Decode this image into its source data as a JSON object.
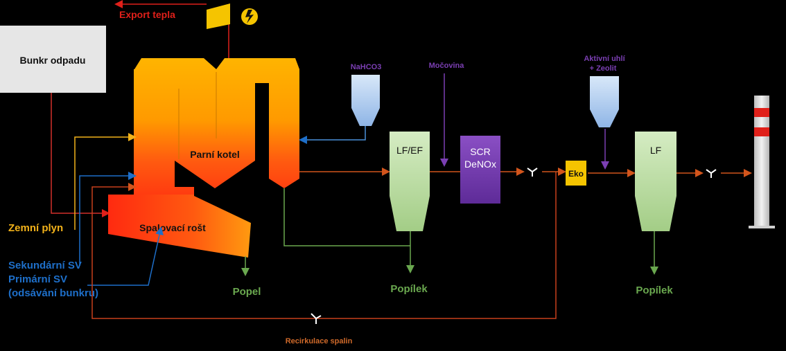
{
  "labels": {
    "export_tepla": "Export tepla",
    "bunkr": "Bunkr odpadu",
    "parni_kotel": "Parní kotel",
    "spalovaci_rost": "Spalovací rošt",
    "zemni_plyn": "Zemní plyn",
    "sekundarni_sv": "Sekundární SV",
    "primarni_sv": "Primární SV",
    "odsavani": "(odsávání bunkru)",
    "popel": "Popel",
    "nahco3": "NaHCO3",
    "mocovina": "Močovina",
    "aktivni_uhli_1": "Aktivní uhlí",
    "aktivni_uhli_2": "+ Zeolit",
    "lf_ef": "LF/EF",
    "scr": "SCR",
    "denox": "DeNOx",
    "eko": "Eko",
    "lf": "LF",
    "popilek_1": "Popílek",
    "popilek_2": "Popílek",
    "recirkulace": "Recirkulace spalin"
  },
  "colors": {
    "background": "#000000",
    "export": "#e0201a",
    "gas": "#f2b21a",
    "air": "#1e6fc9",
    "ash": "#6aa84f",
    "flue": "#d2551c",
    "reagent": "#7b3fb3",
    "bunker_fill": "#e6e6e6",
    "scr_fill": "#7b3fb3",
    "filter_fill": "#b9dca0",
    "silo_fill": "#a9c9ee",
    "eko_fill": "#f5c400",
    "flue_text": "#d06a2a"
  },
  "icons": {
    "generator": "lightning-icon",
    "turbine": "turbine-icon",
    "fan": "fan-icon"
  }
}
